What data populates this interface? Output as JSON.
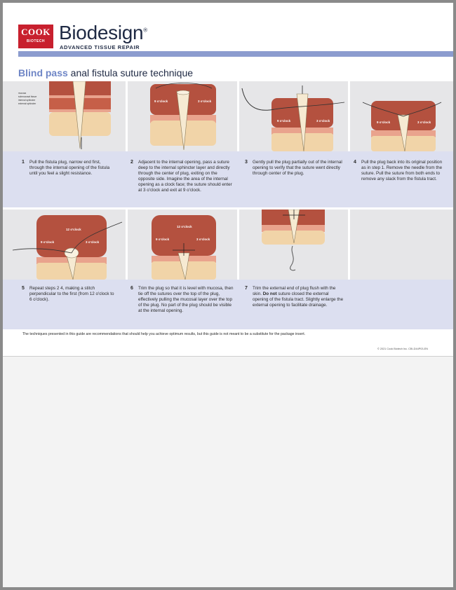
{
  "header": {
    "logo_text": "COOK",
    "logo_subtext": "BIOTECH",
    "brand": "Biodesign",
    "brand_mark": "®",
    "tagline": "ADVANCED TISSUE REPAIR"
  },
  "title": {
    "accent": "Blind pass",
    "rest": " anal fistula suture technique"
  },
  "layer_labels": [
    "mucosa",
    "submucosal tissue",
    "internal sphincter",
    "external sphincter"
  ],
  "clock_labels": {
    "three": "3 o'clock",
    "nine": "9 o'clock",
    "twelve": "12 o'clock"
  },
  "steps": [
    {
      "num": "1",
      "text": "Pull the fistula plug, narrow end first, through the internal opening of the fistula until you feel a slight resistance."
    },
    {
      "num": "2",
      "text": "Adjacent to the internal opening, pass a suture deep to the internal sphincter layer and directly through the center of plug, exiting on the opposite side. Imagine the area of the internal opening as a clock face; the suture should enter at 3 o'clock and exit at 9 o'clock."
    },
    {
      "num": "3",
      "text": "Gently pull the plug partially out of the internal opening to verify that the suture went directly through center of the plug."
    },
    {
      "num": "4",
      "text": "Pull the plug back into its original position as in step 1. Remove the needle from the suture. Pull the suture from both ends to remove any slack from the fistula tract."
    },
    {
      "num": "5",
      "text": "Repeat steps 2 4, making a stitch perpendicular to the first (from 12 o'clock to 6 o'clock)."
    },
    {
      "num": "6",
      "text": "Trim the plug so that it is level with mucosa, then tie off the sutures over the top of the plug, effectively pulling the mucosal layer over the top of the plug. No part of the plug should be visible at the internal opening."
    },
    {
      "num": "7",
      "text_before": "Trim the external end of plug flush with the skin. ",
      "text_bold": "Do not",
      "text_after": " suture closed the external opening of the fistula tract. Slightly enlarge the external opening to facilitate drainage."
    }
  ],
  "disclaimer": "The techniques presented in this guide are recommendations that should help you achieve optimum results, but this guide is not meant to be a substitute for the package insert.",
  "copyright": "© 2021 Cook Biotech Inc.  CBI-D44P03-EN",
  "colors": {
    "accent": "#6f86c6",
    "bar": "#8c9ccf",
    "band": "#dcdff0",
    "tissue": "#b4513f",
    "fat": "#f1d4a8",
    "logo": "#c8202e"
  }
}
